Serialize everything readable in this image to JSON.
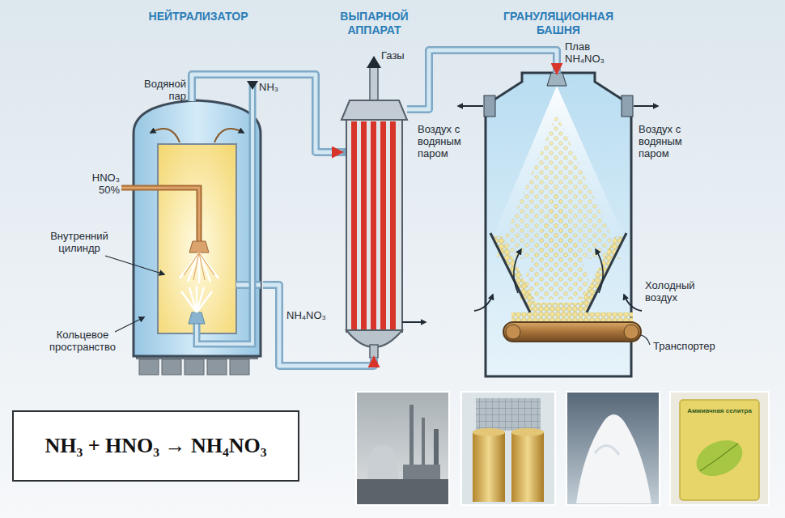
{
  "diagram": {
    "nodes": [
      {
        "text": [
          "НЕЙТРАЛИЗАТОР"
        ]
      },
      {
        "text": [
          "ВЫПАРНОЙ АППАРАТ"
        ]
      },
      {
        "text": [
          "ГРАНУЛЯЦИОННАЯ БАШНЯ"
        ]
      },
      {
        "text": [
          "NH₃ + HNO₃ → NH₄NO₃"
        ]
      }
    ],
    "edges": [
      {
        "from": 0,
        "to": 1,
        "arrow": "to",
        "label": "Водяной пар"
      },
      {
        "from": 0,
        "to": 1,
        "arrow": "to",
        "label": "NH₄NO₃"
      },
      {
        "from": 1,
        "to": 2,
        "arrow": "to",
        "label": "Плав NH₄NO₃"
      }
    ],
    "labels": [
      "NH₃",
      "HNO₃ 50%",
      "Внутренний цилиндр",
      "Кольцевое пространство",
      "Газы",
      "Воздух с водяным паром",
      "Воздух с водяным паром",
      "Холодный воздух",
      "Транспортер",
      "Аммиачная селитра"
    ]
  }
}
